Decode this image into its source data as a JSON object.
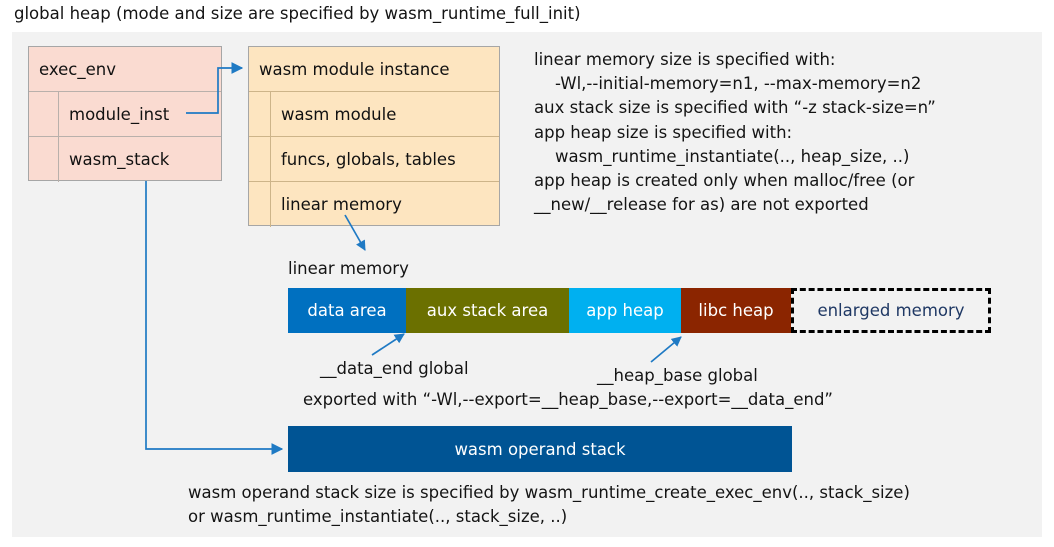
{
  "title": "global heap (mode and size are specified by wasm_runtime_full_init)",
  "colors": {
    "panel_bg": "#f2f2f2",
    "exec_env_fill": "#fadbd1",
    "module_instance_fill": "#fde5c0",
    "data_area": "#0070c0",
    "aux_stack_area": "#6b7000",
    "app_heap": "#00b0f0",
    "libc_heap": "#8b2500",
    "enlarged_memory_text": "#1f3864",
    "operand_stack": "#005494",
    "connector": "#1f7ac4"
  },
  "exec_env": {
    "header": "exec_env",
    "fields": [
      {
        "label": "module_inst"
      },
      {
        "label": "wasm_stack"
      }
    ]
  },
  "module_instance": {
    "header": "wasm module instance",
    "fields": [
      {
        "label": "wasm module"
      },
      {
        "label": "funcs, globals, tables"
      },
      {
        "label": "linear memory"
      }
    ]
  },
  "notes": {
    "right_block": "linear memory size is specified with:\n    -Wl,--initial-memory=n1, --max-memory=n2\naux stack size is specified with “-z stack-size=n”\napp heap size is specified with:\n    wasm_runtime_instantiate(.., heap_size, ..)\napp heap is created only when malloc/free (or\n__new/__release for as) are not exported",
    "bottom_block": "wasm operand stack size is specified by wasm_runtime_create_exec_env(.., stack_size)\nor wasm_runtime_instantiate(.., stack_size, ..)"
  },
  "linear_memory": {
    "label": "linear memory",
    "segments": [
      {
        "label": "data area",
        "color": "#0070c0"
      },
      {
        "label": "aux stack area",
        "color": "#6b7000"
      },
      {
        "label": "app heap",
        "color": "#00b0f0"
      },
      {
        "label": "libc heap",
        "color": "#8b2500"
      },
      {
        "label": "enlarged memory",
        "color": "#f2f2f2"
      }
    ]
  },
  "annotations": {
    "data_end": "__data_end global",
    "heap_base": "__heap_base global",
    "exported_with": "exported with “-Wl,--export=__heap_base,--export=__data_end”"
  },
  "operand_stack": {
    "label": "wasm operand stack"
  }
}
